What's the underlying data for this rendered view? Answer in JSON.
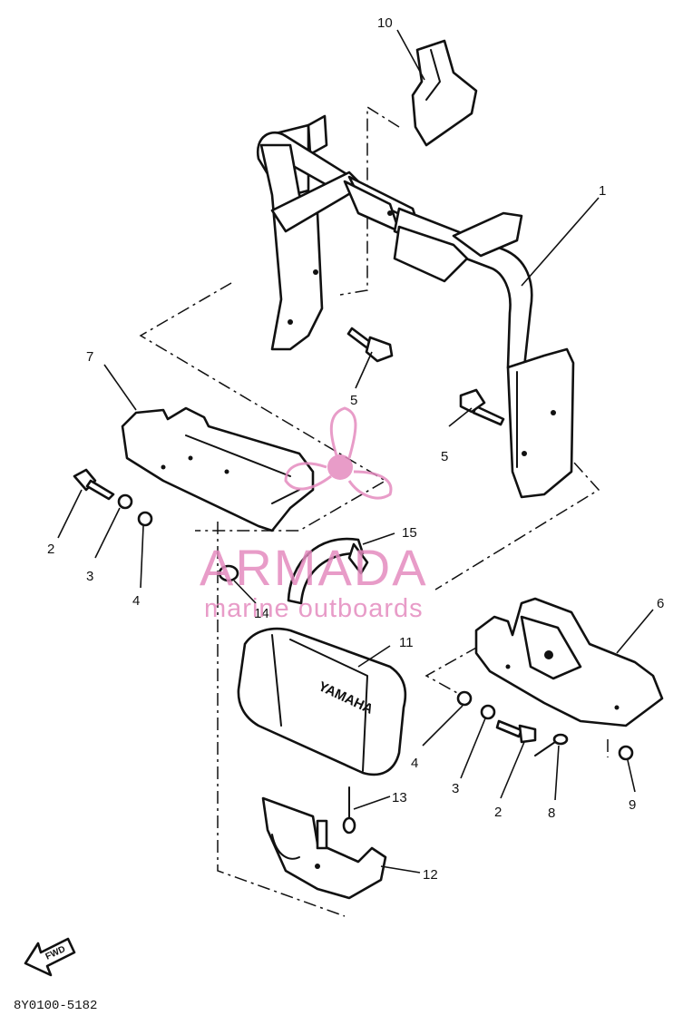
{
  "callouts": [
    {
      "id": "1",
      "label": "1"
    },
    {
      "id": "2a",
      "label": "2"
    },
    {
      "id": "2b",
      "label": "2"
    },
    {
      "id": "3a",
      "label": "3"
    },
    {
      "id": "3b",
      "label": "3"
    },
    {
      "id": "4a",
      "label": "4"
    },
    {
      "id": "4b",
      "label": "4"
    },
    {
      "id": "5a",
      "label": "5"
    },
    {
      "id": "5b",
      "label": "5"
    },
    {
      "id": "6",
      "label": "6"
    },
    {
      "id": "7",
      "label": "7"
    },
    {
      "id": "8",
      "label": "8"
    },
    {
      "id": "9",
      "label": "9"
    },
    {
      "id": "10",
      "label": "10"
    },
    {
      "id": "11",
      "label": "11"
    },
    {
      "id": "12",
      "label": "12"
    },
    {
      "id": "13",
      "label": "13"
    },
    {
      "id": "14",
      "label": "14"
    },
    {
      "id": "15",
      "label": "15"
    }
  ],
  "watermark": {
    "title": "ARMADA",
    "subtitle": "marine outboards",
    "color": "#e48bbf"
  },
  "fwd_arrow": {
    "label": "FWD"
  },
  "diagram_code": "8Y0100-5182",
  "tank_logo": "YAMAHA"
}
